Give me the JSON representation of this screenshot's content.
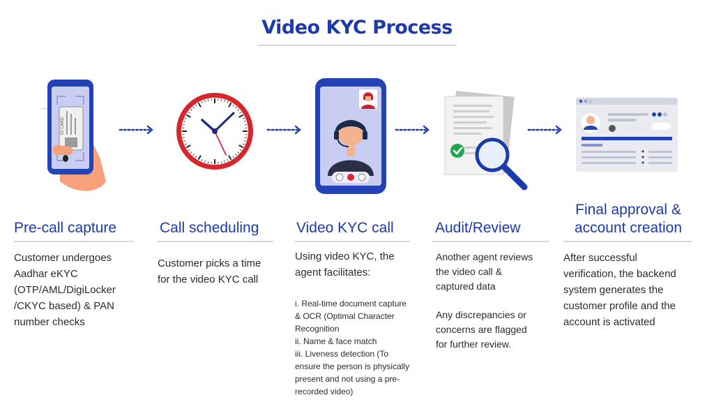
{
  "title": "Video KYC Process",
  "colors": {
    "primary": "#1c3aa9",
    "rule": "#d6d6d6",
    "text": "#2b2b2b",
    "clock_red": "#d7262c",
    "check_green": "#1fa84f"
  },
  "icons": [
    "phone-id-card-icon",
    "clock-icon",
    "video-call-icon",
    "document-magnifier-icon",
    "profile-dashboard-icon",
    "dotted-arrow-icon"
  ],
  "steps": [
    {
      "title": "Pre-call capture",
      "description": [
        "Customer undergoes",
        "Aadhar eKYC",
        "(OTP/AML/DigiLocker",
        "/CKYC based) & PAN",
        "number checks"
      ],
      "card_label": "ID CARD"
    },
    {
      "title": "Call scheduling",
      "description": [
        "Customer picks a time",
        "for the video KYC call"
      ]
    },
    {
      "title": "Video KYC call",
      "description": [
        "Using video KYC, the",
        "agent facilitates:"
      ],
      "details": [
        "i. Real-time document capture",
        "& OCR (Optimal Character",
        "Recognition",
        "ii. Name & face match",
        "iii. Liveness detection (To",
        "ensure the person is physically",
        "present and not using a pre-",
        "recorded video)"
      ]
    },
    {
      "title": "Audit/Review",
      "description": [
        "Another agent reviews",
        "the video call &",
        "captured data"
      ],
      "description_2": [
        "Any discrepancies or",
        "concerns are flagged",
        "for further review."
      ]
    },
    {
      "title_lines": [
        "Final approval &",
        "account creation"
      ],
      "description": [
        "After successful",
        "verification, the backend",
        "system generates the",
        "customer profile and the",
        "account  is activated"
      ]
    }
  ]
}
